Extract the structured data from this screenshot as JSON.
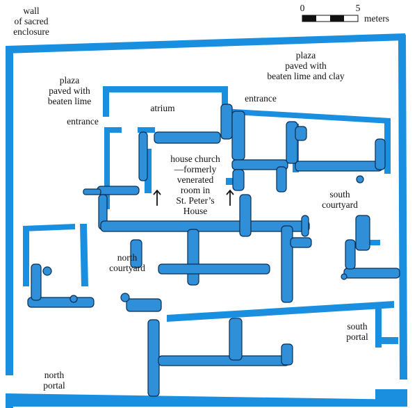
{
  "labels": {
    "wall": "wall\nof sacred\nenclosure",
    "plaza_left": "plaza\npaved with\nbeaten lime",
    "plaza_right": "plaza\npaved with\nbeaten lime and clay",
    "atrium": "atrium",
    "entrance_top": "entrance",
    "entrance_left": "entrance",
    "house_church": "house church\n—formerly\nvenerated\nroom in\nSt. Peter’s\nHouse",
    "south_courtyard": "south\ncourtyard",
    "north_courtyard": "north\ncourtyard",
    "south_portal": "south\nportal",
    "north_portal": "north\nportal"
  },
  "scale": {
    "start": "0",
    "end": "5",
    "unit": "meters"
  },
  "colors": {
    "wall_blue": "#1a8fe0",
    "stone_fill": "#2f8fd8",
    "stone_outline": "#0b2d52",
    "text": "#111111"
  }
}
